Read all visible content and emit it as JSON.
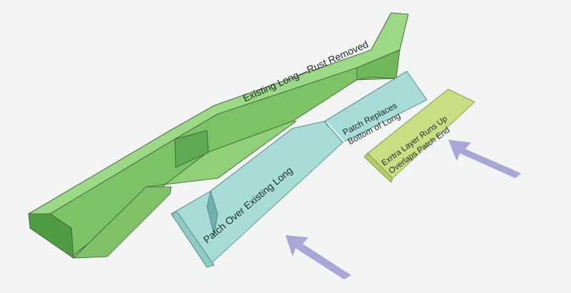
{
  "labels": {
    "existing_long": "Existing Long—Rust Removed",
    "patch_replaces_line1": "Patch Replaces",
    "patch_replaces_line2": "Bottom of Long",
    "patch_over": "Patch Over Existing Long",
    "extra_layer_line1": "Exrtra Layer Runs Up",
    "extra_layer_line2": "Overlaps Patch End"
  },
  "colors": {
    "background": "#f3f4f4",
    "existing_long_light": "#92d37b",
    "existing_long_mid": "#7cc366",
    "existing_long_dark": "#4f9c45",
    "patch_light": "#a7dcd9",
    "patch_mid": "#8fcbc6",
    "patch_dark": "#6fb0ad",
    "extra_layer": "#c7df83",
    "arrow": "#a8a8d8",
    "outline": "#3f5a3a"
  },
  "icons": [
    "arrow-icon"
  ]
}
